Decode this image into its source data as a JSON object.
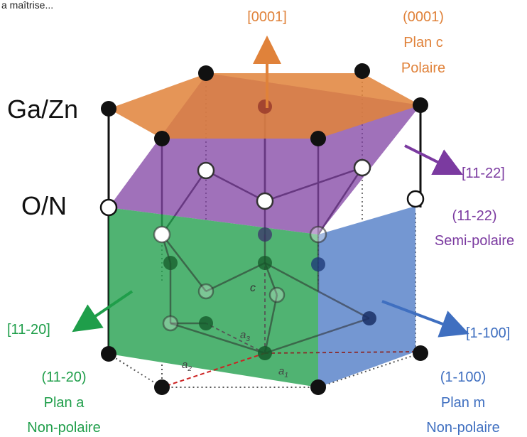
{
  "header_fragment": "a maîtrise...",
  "atom_labels": {
    "cation": "Ga/Zn",
    "anion": "O/N"
  },
  "planes": {
    "c": {
      "direction": "[0001]",
      "plane_index": "(0001)",
      "name": "Plan c",
      "polarity": "Polaire",
      "color": "#e0823a"
    },
    "semi": {
      "direction": "[11-22]",
      "plane_index": "(11-22)",
      "name": "",
      "polarity": "Semi-polaire",
      "color": "#7b3aa0"
    },
    "a": {
      "direction": "[11-20]",
      "plane_index": "(11-20)",
      "name": "Plan a",
      "polarity": "Non-polaire",
      "color": "#1f9e4a"
    },
    "m": {
      "direction": "[1-100]",
      "plane_index": "(1-100)",
      "name": "Plan m",
      "polarity": "Non-polaire",
      "color": "#3f6fc0"
    }
  },
  "axes": {
    "c": "c",
    "a1": "a1",
    "a2": "a2",
    "a3": "a3"
  }
}
